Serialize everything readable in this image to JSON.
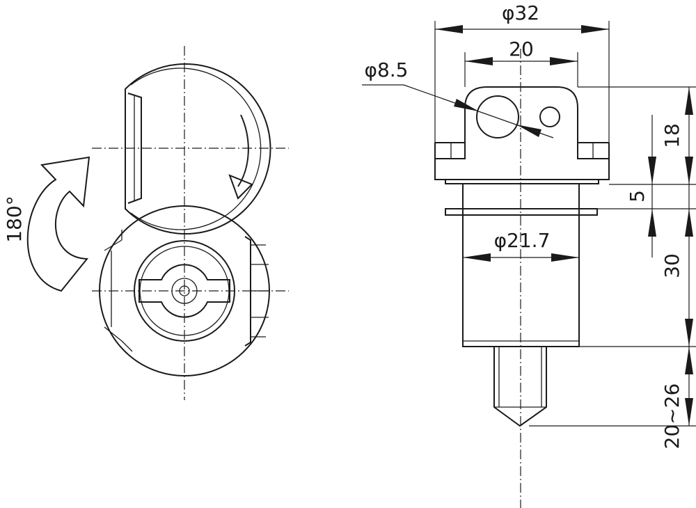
{
  "rotation_label": "180°",
  "dimensions": {
    "d32": "φ32",
    "w20": "20",
    "d8_5": "φ8.5",
    "d21_7": "φ21.7",
    "h18": "18",
    "h5": "5",
    "h30": "30",
    "h20_26": "20~26"
  }
}
